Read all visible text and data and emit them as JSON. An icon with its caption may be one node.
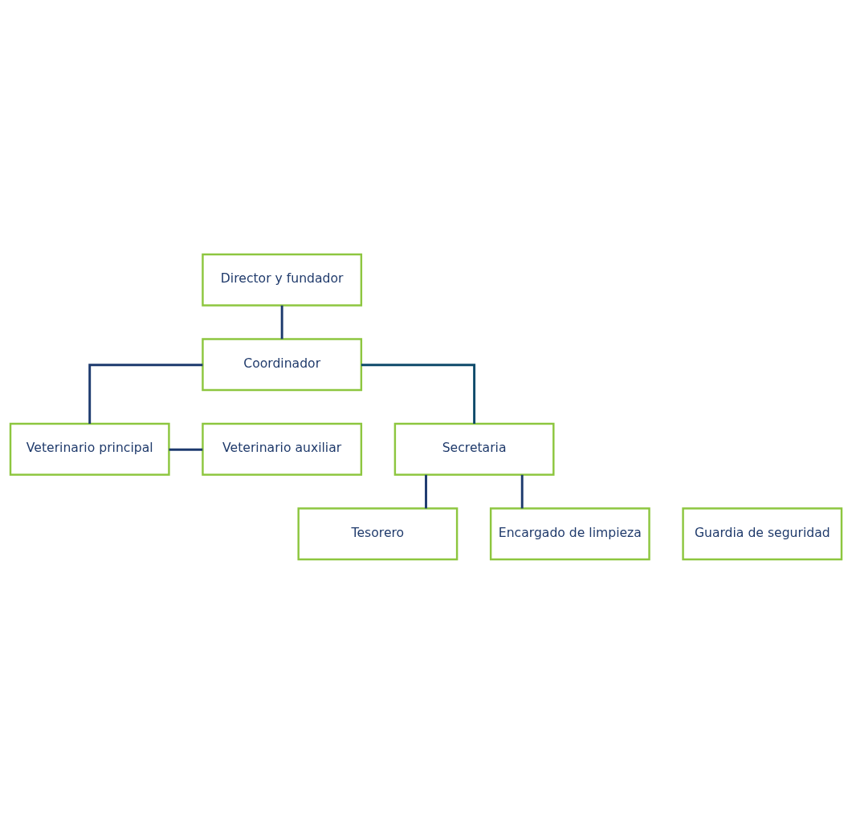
{
  "diagram": {
    "nodes": [
      {
        "text": [
          "Director y fundador"
        ]
      },
      {
        "text": [
          "Coordinador"
        ]
      },
      {
        "text": [
          "Veterinario principal"
        ]
      },
      {
        "text": [
          "Veterinario auxiliar"
        ]
      },
      {
        "text": [
          "Secretaria"
        ]
      },
      {
        "text": [
          "Tesorero"
        ]
      },
      {
        "text": [
          "Encargado de limpieza"
        ]
      },
      {
        "text": [
          "Guardia de seguridad"
        ]
      }
    ],
    "edges": [
      {
        "from": 0,
        "to": 1,
        "arrow": "none"
      },
      {
        "from": 1,
        "to": 2,
        "arrow": "none"
      },
      {
        "from": 2,
        "to": 3,
        "arrow": "none"
      },
      {
        "from": 1,
        "to": 4,
        "arrow": "none",
        "color": "#0e4a6b"
      },
      {
        "from": 4,
        "to": 5,
        "arrow": "none"
      },
      {
        "from": 4,
        "to": 6,
        "arrow": "none"
      }
    ]
  }
}
